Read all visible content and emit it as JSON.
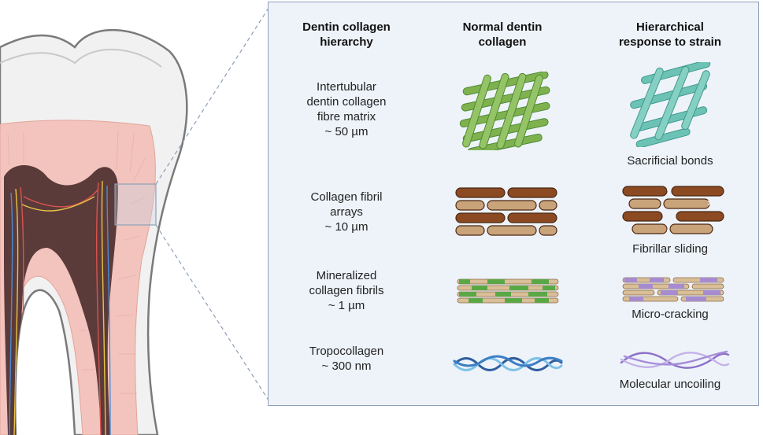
{
  "headers": {
    "hierarchy": "Dentin collagen\nhierarchy",
    "normal": "Normal dentin\ncollagen",
    "response": "Hierarchical\nresponse to strain"
  },
  "rows": [
    {
      "label": "Intertubular\ndentin collagen\nfibre matrix\n~ 50 µm",
      "response": "Sacrificial bonds"
    },
    {
      "label": "Collagen fibril\narrays\n~ 10 µm",
      "response": "Fibrillar sliding"
    },
    {
      "label": "Mineralized\ncollagen fibrils\n~ 1 µm",
      "response": "Micro-cracking"
    },
    {
      "label": "Tropocollagen\n~ 300 nm",
      "response": "Molecular uncoiling"
    }
  ],
  "colors": {
    "panel_bg": "#eef3fa",
    "panel_border": "#8e9fb7",
    "enamel": "#f1f1f1",
    "dentin": "#f2c4bd",
    "pulp": "#5b3a3a",
    "matrix_green": "#7fb24f",
    "matrix_teal": "#6cc3b5",
    "fibril_dark": "#8b4a22",
    "fibril_light": "#c9a37a",
    "mineral_green": "#5aa845",
    "crack_purple": "#a68bd0",
    "helix_blue": "#3d7fc4",
    "helix_purple": "#a58cd8"
  }
}
